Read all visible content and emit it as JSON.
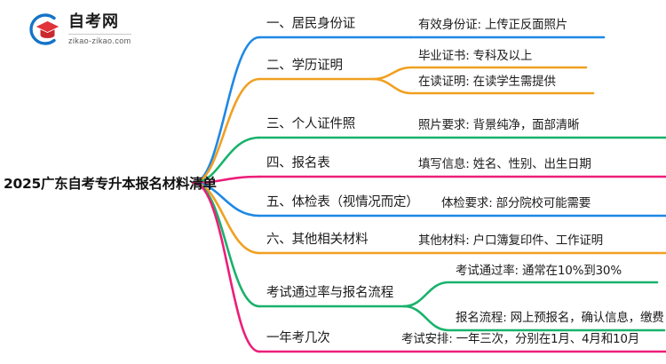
{
  "logo": {
    "name": "自考网",
    "url": "zikao-zikao.com",
    "mark_icon": "graduation-cap-icon"
  },
  "root": {
    "label": "2025广东自考专升本报名材料清单"
  },
  "palette": {
    "blue": "#1e88e5",
    "orange": "#f0a020",
    "green": "#18b26b",
    "pink": "#ec1e79",
    "text": "#1b1b1b"
  },
  "branches": [
    {
      "label": "一、居民身份证",
      "color": "#1e88e5",
      "children": [
        {
          "label": "有效身份证: 上传正反面照片",
          "color": "#1e88e5"
        }
      ]
    },
    {
      "label": "二、学历证明",
      "color": "#f0a020",
      "children": [
        {
          "label": "毕业证书: 专科及以上",
          "color": "#f0a020"
        },
        {
          "label": "在读证明: 在读学生需提供",
          "color": "#f0a020"
        }
      ]
    },
    {
      "label": "三、个人证件照",
      "color": "#18b26b",
      "children": [
        {
          "label": "照片要求: 背景纯净，面部清晰",
          "color": "#18b26b"
        }
      ]
    },
    {
      "label": "四、报名表",
      "color": "#ec1e79",
      "children": [
        {
          "label": "填写信息: 姓名、性别、出生日期",
          "color": "#ec1e79"
        }
      ]
    },
    {
      "label": "五、体检表（视情况而定）",
      "color": "#1e88e5",
      "children": [
        {
          "label": "体检要求: 部分院校可能需要",
          "color": "#1e88e5"
        }
      ]
    },
    {
      "label": "六、其他相关材料",
      "color": "#f0a020",
      "children": [
        {
          "label": "其他材料: 户口簿复印件、工作证明",
          "color": "#f0a020"
        }
      ]
    },
    {
      "label": "考试通过率与报名流程",
      "color": "#18b26b",
      "children": [
        {
          "label": "考试通过率: 通常在10%到30%",
          "color": "#18b26b"
        },
        {
          "label": "报名流程: 网上预报名，确认信息，缴费",
          "color": "#18b26b"
        }
      ]
    },
    {
      "label": "一年考几次",
      "color": "#ec1e79",
      "children": [
        {
          "label": "考试安排: 一年三次，分别在1月、4月和10月",
          "color": "#ec1e79"
        }
      ]
    }
  ]
}
